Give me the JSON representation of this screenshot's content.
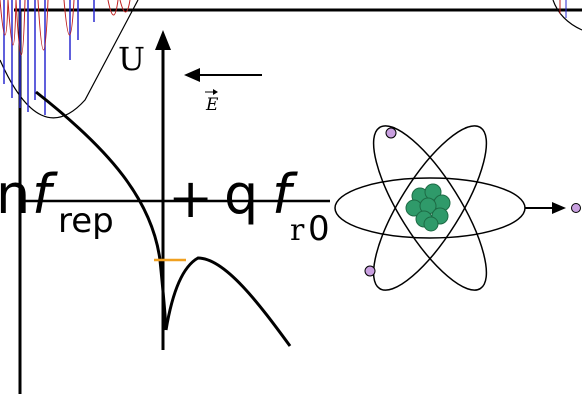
{
  "formula": {
    "left_fragment": "n",
    "f_symbol": "f",
    "rep_subscript": "rep",
    "plus": "+",
    "q": "q",
    "zero_subscript": "0"
  },
  "axis": {
    "u_label": "U",
    "r_label": "r"
  },
  "field": {
    "label": "E"
  },
  "colors": {
    "ink": "#000000",
    "barrier_highlight": "#f0a020",
    "atom_nucleus": "#2f9a6a",
    "atom_nucleus_dark": "#1d6b45",
    "electron_fill": "#c9a0e0",
    "wave_blue": "#2a2ad0",
    "wave_red": "#c02020"
  }
}
